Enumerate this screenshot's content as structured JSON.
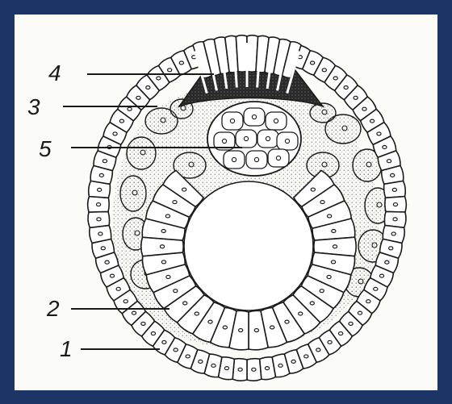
{
  "colors": {
    "frame": "#1b3566",
    "panel": "#fbfbf7",
    "ink": "#1a1a1a",
    "stipple": "#cfcfcf"
  },
  "labels": {
    "l1": "1",
    "l2": "2",
    "l3": "3",
    "l4": "4",
    "l5": "5"
  }
}
